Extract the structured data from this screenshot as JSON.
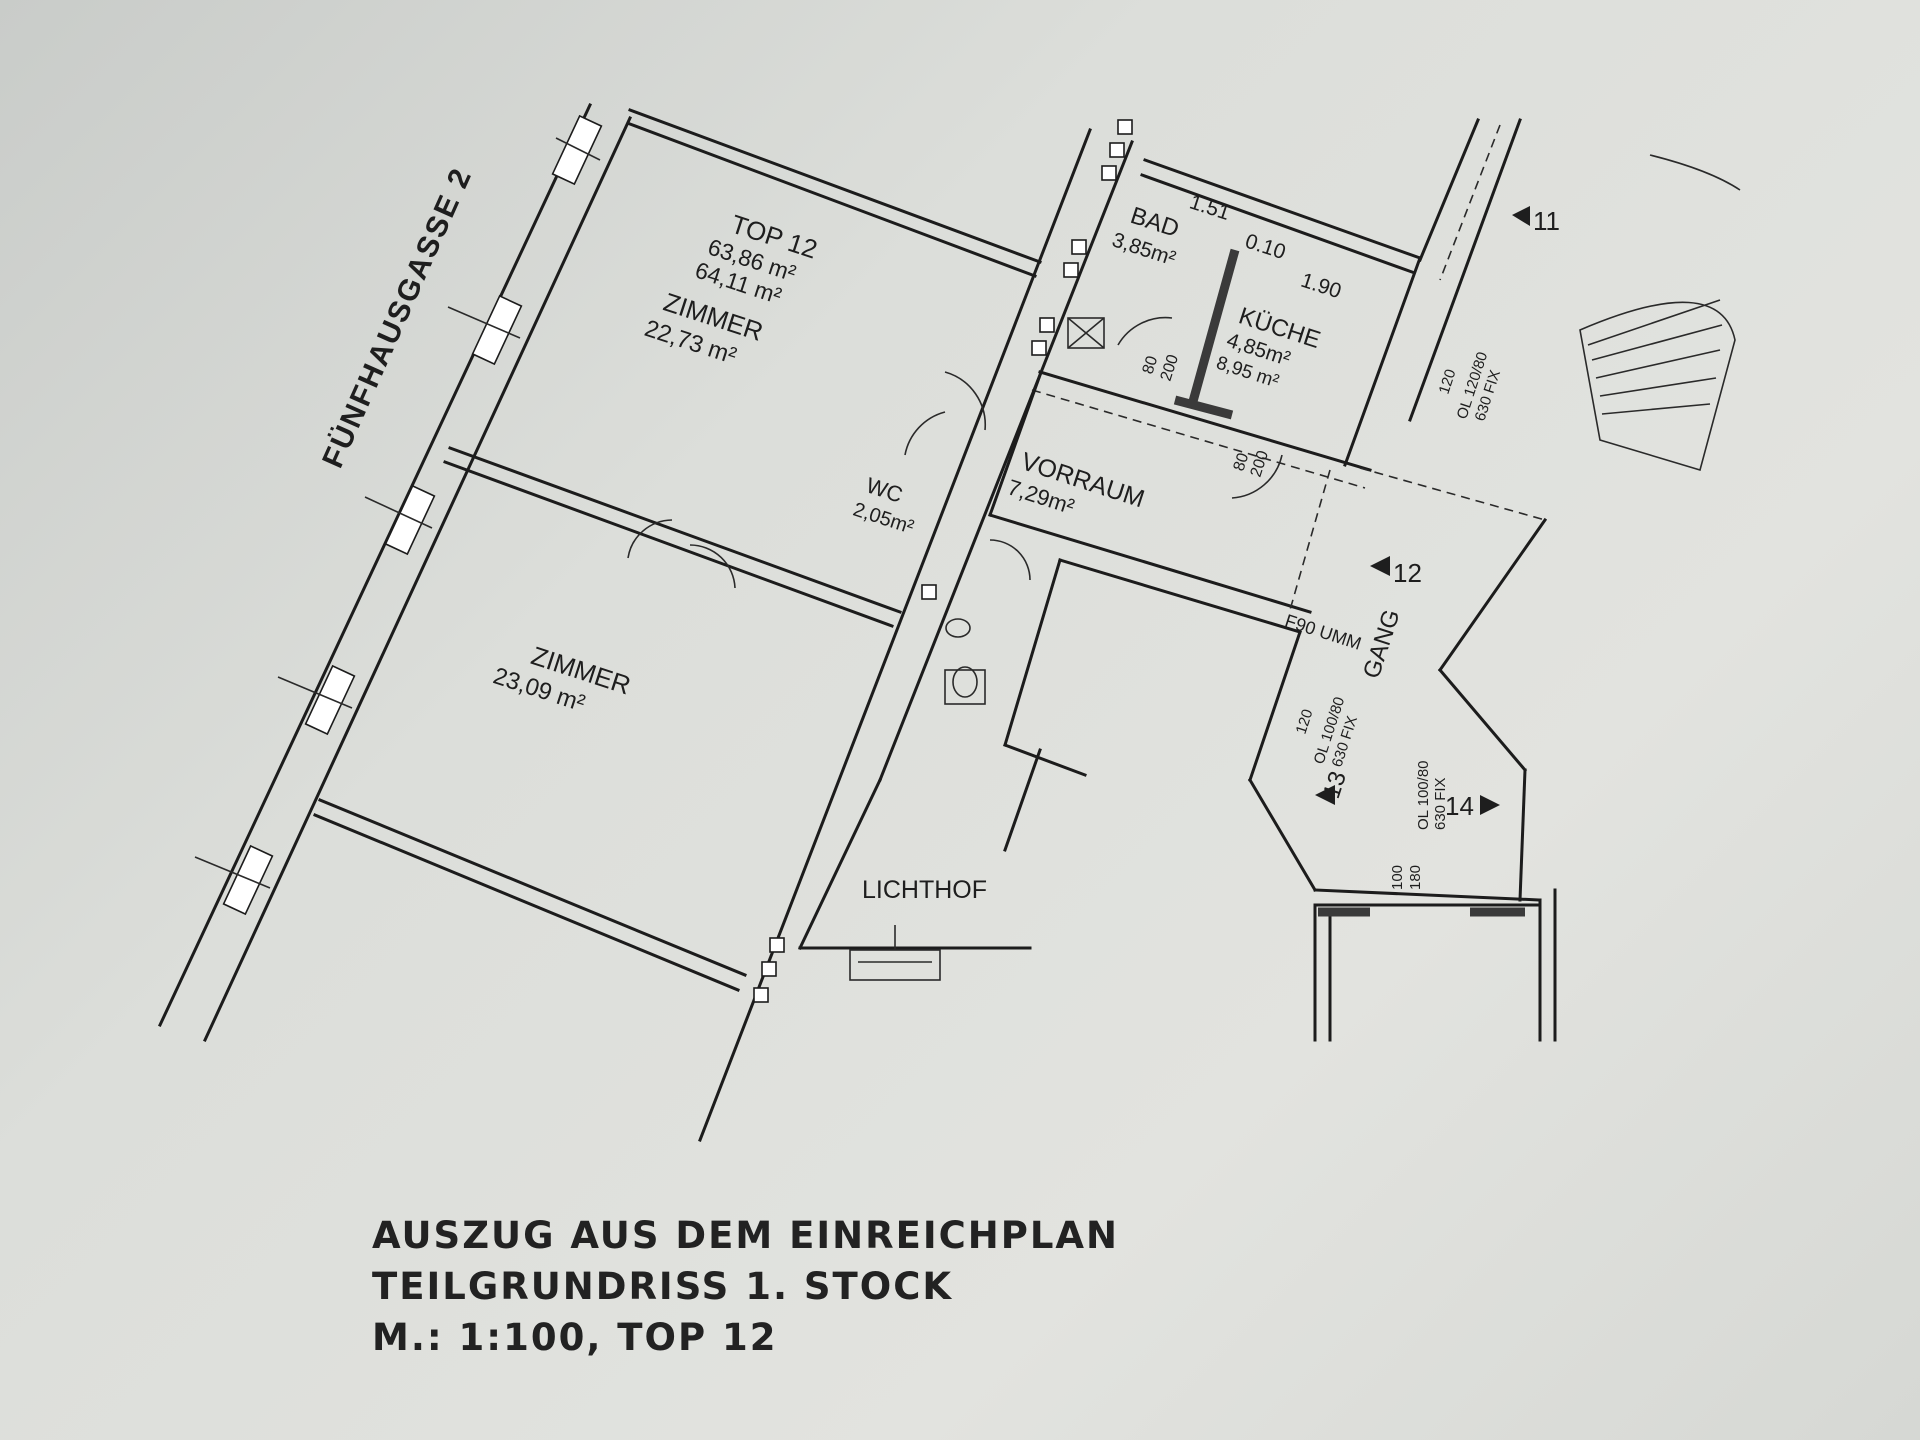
{
  "street": "FÜNFHAUSGASSE 2",
  "rooms": {
    "top": {
      "name": "TOP 12",
      "area1": "63,86 m²",
      "area2": "64,11 m²"
    },
    "zimmer1": {
      "name": "ZIMMER",
      "area": "22,73 m²"
    },
    "zimmer2": {
      "name": "ZIMMER",
      "area": "23,09 m²"
    },
    "bad": {
      "name": "BAD",
      "area": "3,85m²"
    },
    "kueche": {
      "name": "KÜCHE",
      "area1": "4,85m²",
      "area2": "8,95 m²"
    },
    "vorraum": {
      "name": "VORRAUM",
      "area": "7,29m²"
    },
    "wc": {
      "name": "WC",
      "area": "2,05m²"
    },
    "gang": {
      "name": "GANG"
    },
    "lichthof": {
      "name": "LICHTHOF"
    }
  },
  "dimensions": {
    "d151": "1.51",
    "d010": "0.10",
    "d190": "1.90",
    "door_bad_w": "80",
    "door_bad_h": "200",
    "door_kueche_w": "80",
    "door_kueche_h": "200",
    "f90": "F90 UMM",
    "win_k1": "120",
    "win_k2": "OL 120/80",
    "win_k3": "630 FIX",
    "win_g1": "120",
    "win_g2": "OL 100/80",
    "win_g3": "630 FIX",
    "win_c1": "OL 100/80",
    "win_c2": "630 FIX",
    "bottom1": "100",
    "bottom2": "180"
  },
  "markers": [
    "11",
    "12",
    "13",
    "14"
  ],
  "title_block": {
    "line1": "AUSZUG AUS DEM EINREICHPLAN",
    "line2": "TEILGRUNDRISS 1. STOCK",
    "line3": "M.: 1:100, TOP 12"
  }
}
